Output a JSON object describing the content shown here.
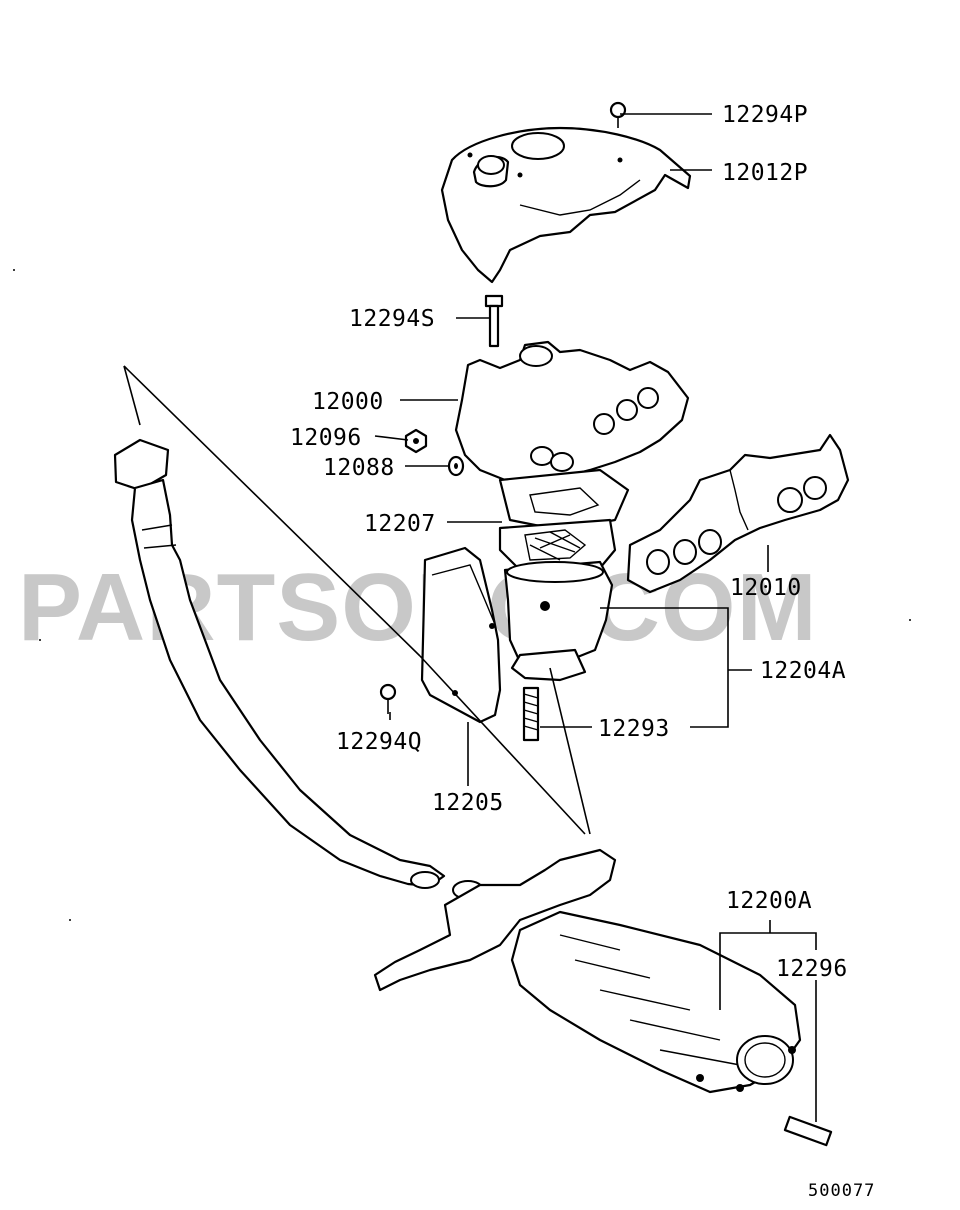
{
  "watermark": "PARTSOUQ.COM",
  "diagram_id": "500077",
  "part_labels": {
    "p12294P": "12294P",
    "p12012P": "12012P",
    "p12294S": "12294S",
    "p12000": "12000",
    "p12096": "12096",
    "p12088": "12088",
    "p12207": "12207",
    "p12010": "12010",
    "p12204A": "12204A",
    "p12294Q": "12294Q",
    "p12293": "12293",
    "p12205": "12205",
    "p12200A": "12200A",
    "p12296": "12296"
  },
  "colors": {
    "line": "#000000",
    "watermark": "#c8c8c8",
    "background": "#ffffff"
  }
}
